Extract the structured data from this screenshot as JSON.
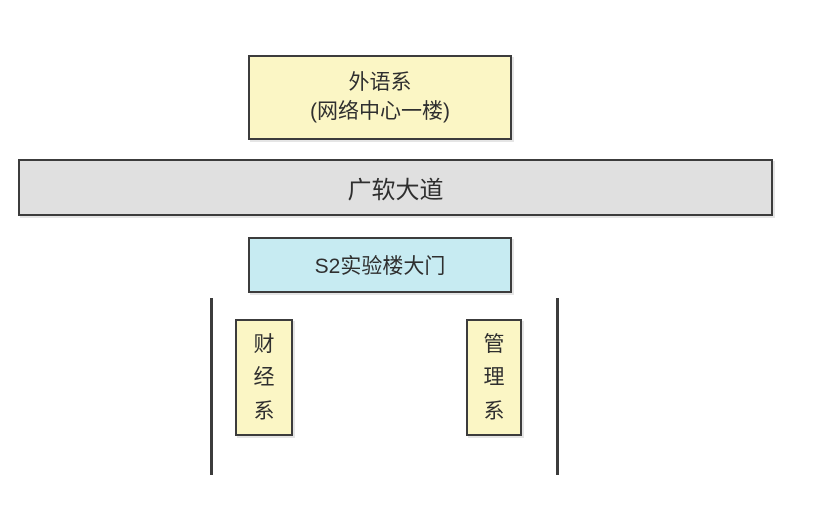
{
  "colors": {
    "box_yellow": "#fbf6c5",
    "box_blue": "#c7ebf2",
    "road_gray": "#e0e0e0",
    "border": "#3c3c3c",
    "text": "#2f2f2f"
  },
  "diagram": {
    "foreign_dept": {
      "line1": "外语系",
      "line2": "(网络中心一楼)"
    },
    "road": {
      "label": "广软大道"
    },
    "gate": {
      "label": "S2实验楼大门"
    },
    "finance_dept": {
      "label": "财经系"
    },
    "management_dept": {
      "label": "管理系"
    }
  }
}
